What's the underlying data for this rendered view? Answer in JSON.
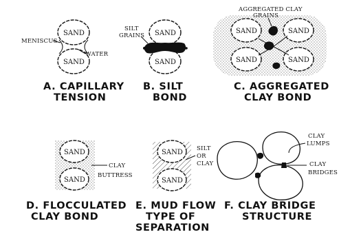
{
  "panels": [
    {
      "id": "A",
      "caption_line1": "A. CAPILLARY",
      "caption_line2": "TENSION",
      "labels": {
        "meniscus": "MENISCUS",
        "water": "WATER"
      },
      "grains": [
        "SAND",
        "SAND"
      ]
    },
    {
      "id": "B",
      "caption_line1": "B. SILT",
      "caption_line2": "BOND",
      "labels": {
        "silt_grains_line1": "SILT",
        "silt_grains_line2": "GRAINS"
      },
      "grains": [
        "SAND",
        "SAND"
      ]
    },
    {
      "id": "C",
      "caption_line1": "C. AGGREGATED",
      "caption_line2": "CLAY BOND",
      "labels": {
        "aggregated_line1": "AGGREGATED CLAY",
        "aggregated_line2": "GRAINS"
      },
      "grains": [
        "SAND",
        "SAND",
        "SAND",
        "SAND"
      ]
    },
    {
      "id": "D",
      "caption_line1": "D. FLOCCULATED",
      "caption_line2": "CLAY BOND",
      "labels": {
        "clay_line1": "CLAY",
        "clay_line2": "BUTTRESS"
      },
      "grains": [
        "SAND",
        "SAND"
      ]
    },
    {
      "id": "E",
      "caption_line1": "E. MUD FLOW",
      "caption_line2": "TYPE OF",
      "caption_line3": "SEPARATION",
      "labels": {
        "silt_line1": "SILT",
        "silt_line2": "OR",
        "silt_line3": "CLAY"
      },
      "grains": [
        "SAND",
        "SAND"
      ]
    },
    {
      "id": "F",
      "caption_line1": "F. CLAY BRIDGE",
      "caption_line2": "STRUCTURE",
      "labels": {
        "lumps_line1": "CLAY",
        "lumps_line2": "LUMPS",
        "bridges_line1": "CLAY",
        "bridges_line2": "BRIDGES"
      }
    }
  ]
}
